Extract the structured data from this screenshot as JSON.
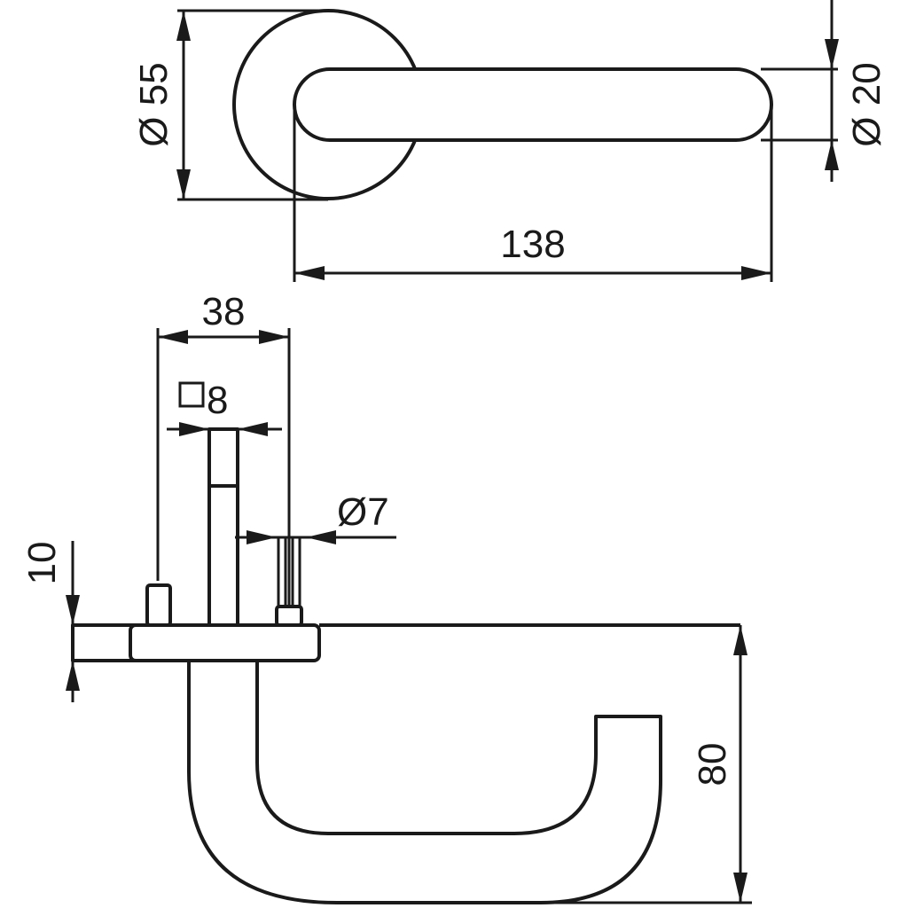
{
  "dimensions": {
    "rose_diameter": "Ø 55",
    "lever_diameter": "Ø 20",
    "lever_length": "138",
    "spindle_offset": "38",
    "spindle_square": "8",
    "pin_diameter": "Ø7",
    "plate_thickness": "10",
    "lever_height": "80"
  }
}
